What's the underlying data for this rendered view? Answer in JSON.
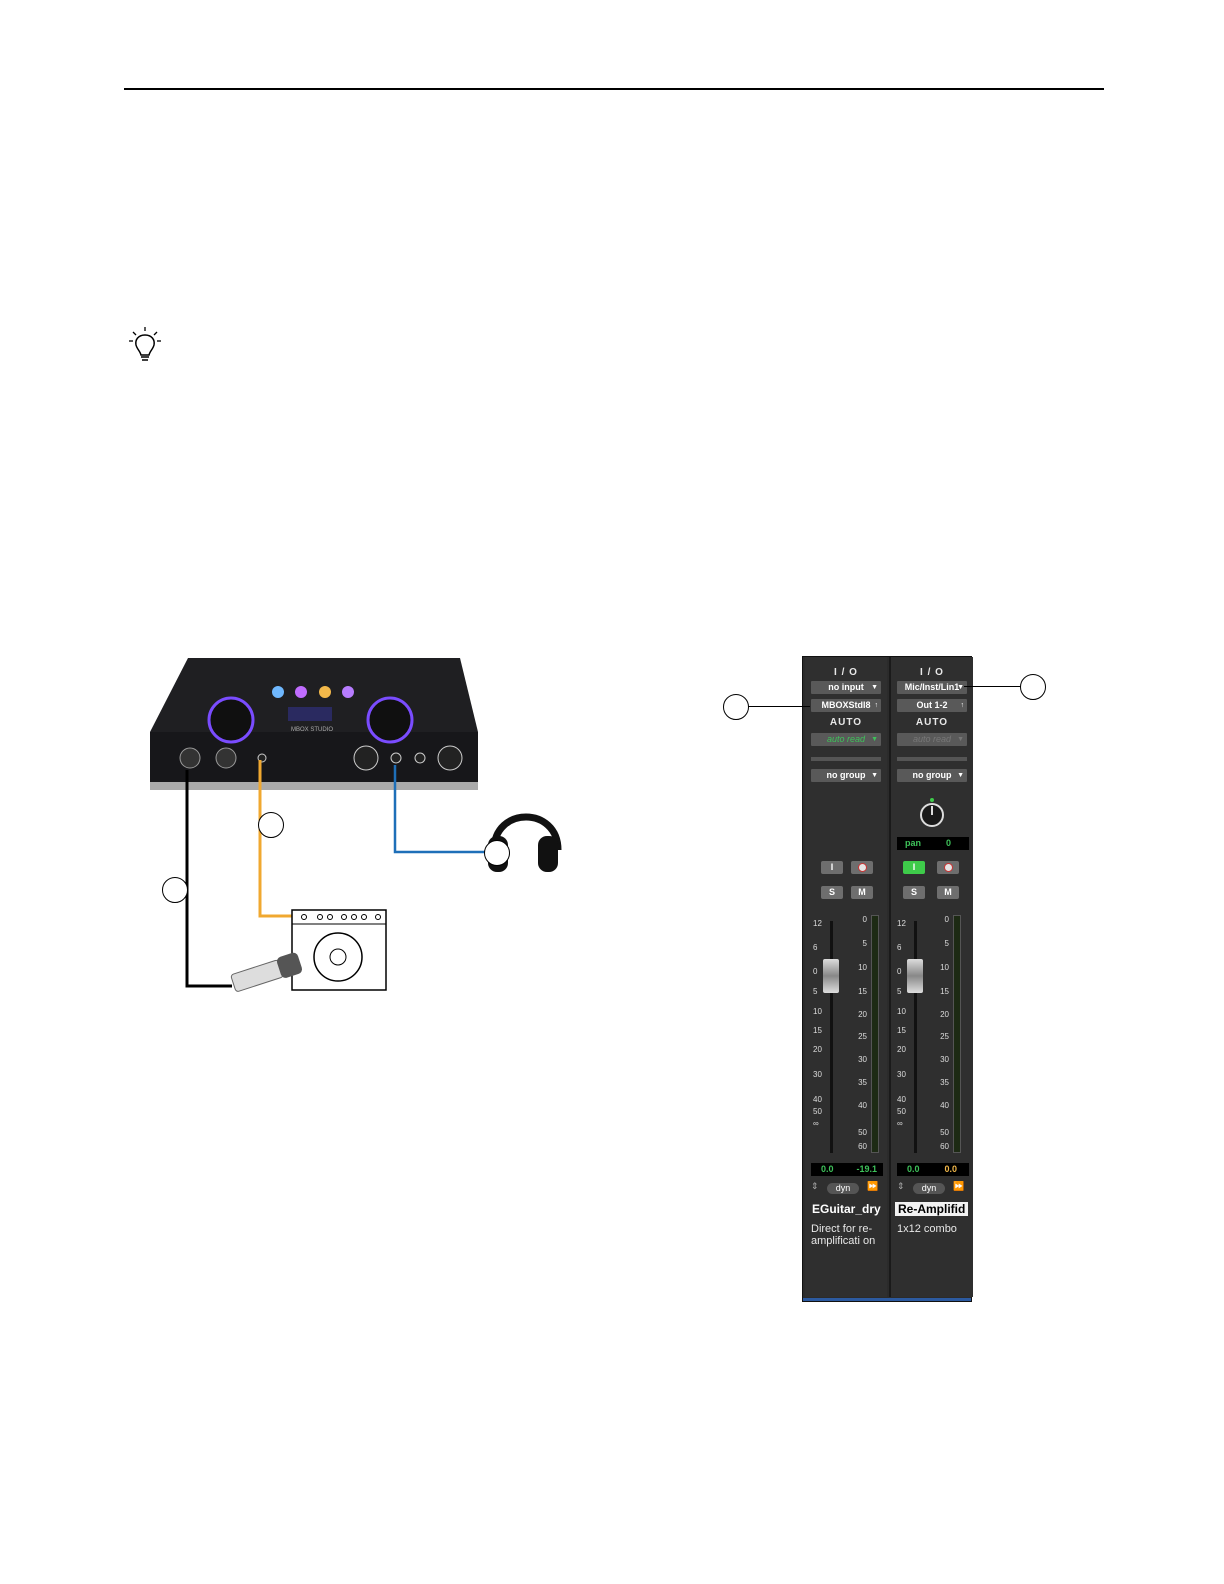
{
  "tip_icon": "lightbulb-icon",
  "diagram": {
    "device_label": "MBOX STUDIO",
    "callout_count": 3,
    "cable_colors": {
      "mic": "#000000",
      "reamp": "#f0a830",
      "headphone": "#1e6fb8"
    }
  },
  "mixer": {
    "scale_left": [
      "12",
      "6",
      "0",
      "5",
      "10",
      "15",
      "20",
      "30",
      "40",
      "50",
      "∞"
    ],
    "scale_right": [
      "0",
      "5",
      "10",
      "15",
      "20",
      "25",
      "30",
      "35",
      "40",
      "50",
      "60"
    ],
    "strips": [
      {
        "io_title": "I / O",
        "input": "no input",
        "output": "MBOXStdl8",
        "auto_title": "AUTO",
        "auto_mode": "auto read",
        "group": "no group",
        "input_monitor": "I",
        "solo": "S",
        "mute": "M",
        "volume": "0.0",
        "peak": "-19.1",
        "dyn": "dyn",
        "name": "EGuitar_dry",
        "comment": "Direct for re-amplificati on"
      },
      {
        "io_title": "I / O",
        "input": "Mic/Inst/Lin1",
        "output": "Out 1-2",
        "auto_title": "AUTO",
        "auto_mode": "auto read",
        "group": "no group",
        "pan_label": "pan",
        "pan_value": "0",
        "input_monitor": "I",
        "solo": "S",
        "mute": "M",
        "volume": "0.0",
        "peak": "0.0",
        "dyn": "dyn",
        "name": "Re-Amplifid",
        "comment": "1x12  combo"
      }
    ]
  }
}
